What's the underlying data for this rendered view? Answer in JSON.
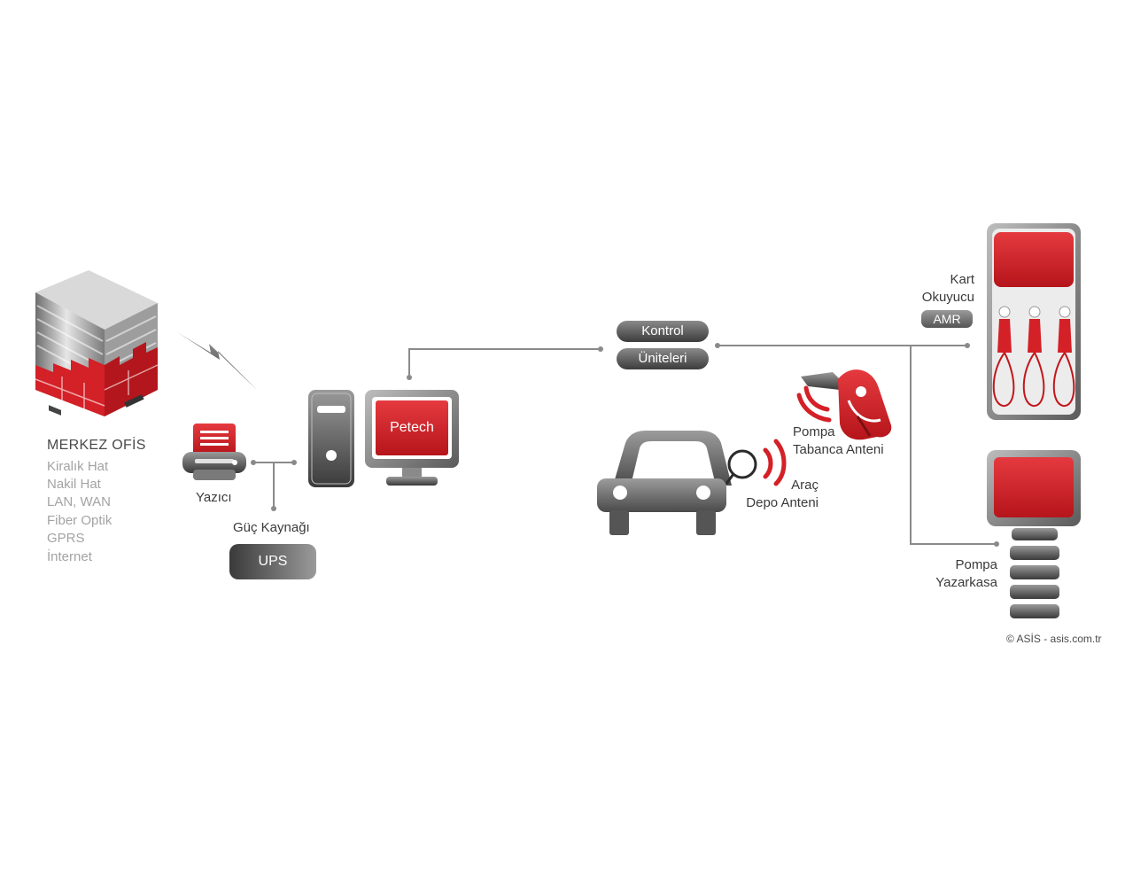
{
  "center_office": {
    "title": "MERKEZ OFİS",
    "connections": [
      "Kiralık Hat",
      "Nakil Hat",
      "LAN, WAN",
      "Fiber Optik",
      "GPRS",
      "İnternet"
    ]
  },
  "printer": {
    "label": "Yazıcı"
  },
  "power": {
    "label": "Güç Kaynağı",
    "ups_label": "UPS"
  },
  "monitor": {
    "label": "Petech"
  },
  "control_units": {
    "line1": "Kontrol",
    "line2": "Üniteleri"
  },
  "card_reader": {
    "line1": "Kart",
    "line2": "Okuyucu",
    "badge": "AMR"
  },
  "pump_antenna": {
    "line1": "Pompa",
    "line2": "Tabanca Anteni"
  },
  "vehicle_antenna": {
    "line1": "Araç",
    "line2": "Depo Anteni"
  },
  "pump_register": {
    "line1": "Pompa",
    "line2": "Yazarkasa"
  },
  "copyright": "© ASİS - asis.com.tr",
  "colors": {
    "accent": "#d42027",
    "dark": "#3c3c3c",
    "line": "#8a8a8a",
    "muted_text": "#a3a3a3"
  }
}
